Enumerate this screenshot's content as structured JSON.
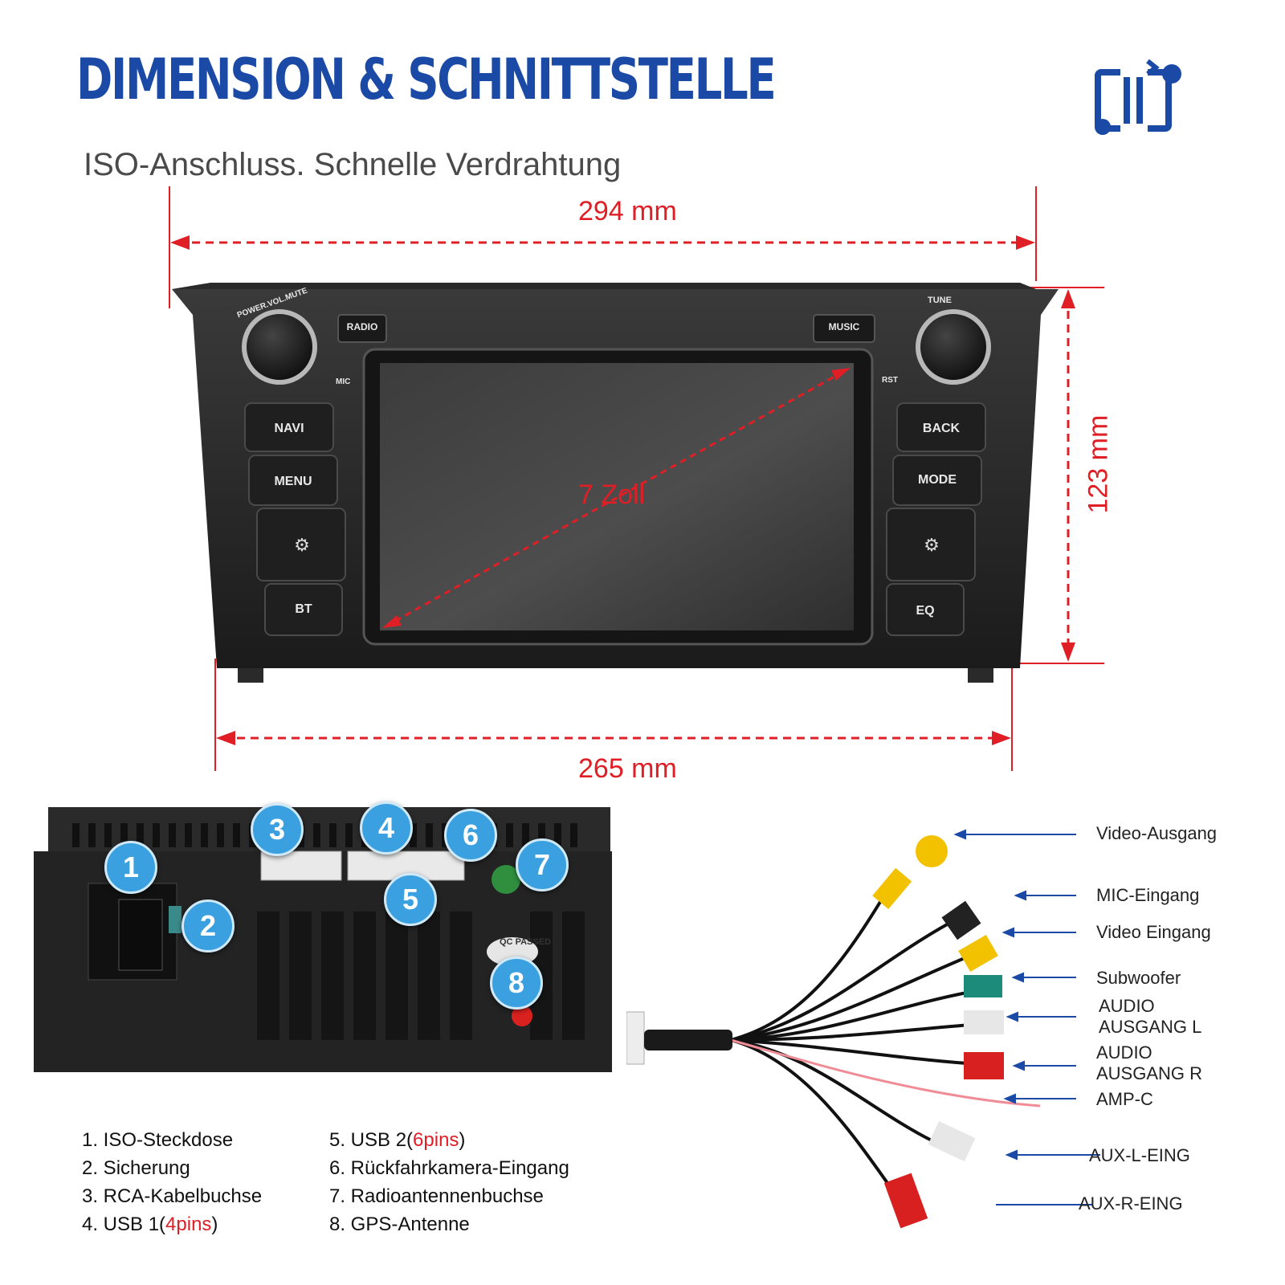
{
  "header": {
    "title": "DIMENSION & SCHNITTSTELLE",
    "subtitle": "ISO-Anschluss. Schnelle Verdrahtung",
    "logo_icon": "connection-icon",
    "accent_color": "#1b4aa6"
  },
  "dimensions": {
    "top_width": "294 mm",
    "bottom_width": "265 mm",
    "height": "123 mm",
    "screen_size": "7 Zoll",
    "color": "#e01e25"
  },
  "head_unit": {
    "left_knob_label": "POWER.VOL.MUTE",
    "right_knob_label": "TUNE",
    "radio_button": "RADIO",
    "music_button": "MUSIC",
    "mic_label": "MIC",
    "rst_label": "RST",
    "left_buttons": [
      "NAVI",
      "MENU",
      "",
      "BT"
    ],
    "right_buttons": [
      "BACK",
      "MODE",
      "",
      "EQ"
    ]
  },
  "rear_panel": {
    "badges": [
      "1",
      "2",
      "3",
      "4",
      "5",
      "6",
      "7",
      "8"
    ],
    "qc_label": "QC",
    "qc_passed": "PASSED"
  },
  "cable_callouts": [
    "Video-Ausgang",
    "MIC-Eingang",
    "Video Eingang",
    "Subwoofer",
    "AUDIO\nAUSGANG L",
    "AUDIO\nAUSGANG R",
    "AMP-C",
    "AUX-L-EING",
    "AUX-R-EING"
  ],
  "legend": {
    "col1": [
      {
        "text": "1. ISO-Steckdose",
        "pins": ""
      },
      {
        "text": "2. Sicherung",
        "pins": ""
      },
      {
        "text": "3. RCA-Kabelbuchse",
        "pins": ""
      },
      {
        "text": "4. USB 1(",
        "pins": "4pins",
        "close": ")"
      }
    ],
    "col2": [
      {
        "text": "5. USB 2(",
        "pins": "6pins",
        "close": ")"
      },
      {
        "text": "6. Rückfahrkamera-Eingang",
        "pins": ""
      },
      {
        "text": "7. Radioantennenbuchse",
        "pins": ""
      },
      {
        "text": "8. GPS-Antenne",
        "pins": ""
      }
    ]
  }
}
